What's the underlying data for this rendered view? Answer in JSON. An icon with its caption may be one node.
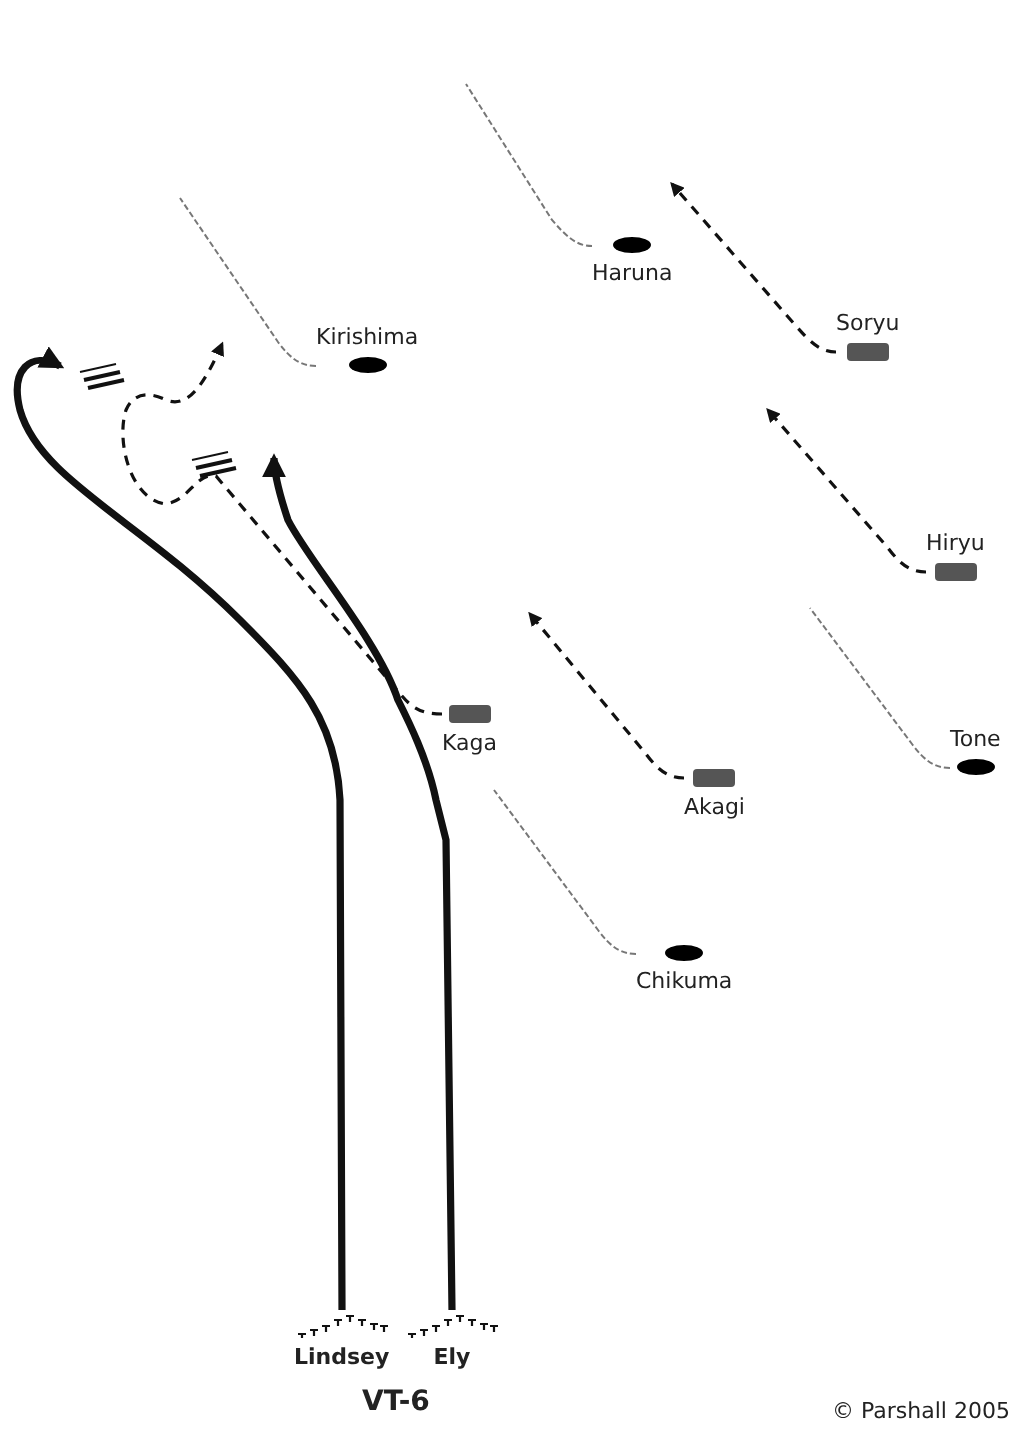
{
  "diagram": {
    "nodes": [
      {
        "text": [
          "Haruna"
        ]
      },
      {
        "text": [
          "Soryu"
        ]
      },
      {
        "text": [
          "Kirishima"
        ]
      },
      {
        "text": [
          "Hiryu"
        ]
      },
      {
        "text": [
          "Kaga"
        ]
      },
      {
        "text": [
          "Tone"
        ]
      },
      {
        "text": [
          "Akagi"
        ]
      },
      {
        "text": [
          "Chikuma"
        ]
      },
      {
        "text": [
          "Lindsey"
        ]
      },
      {
        "text": [
          "Ely"
        ]
      }
    ],
    "edges": [
      {
        "from": 0,
        "to": null,
        "arrow": "none",
        "style": "dashed",
        "color": "#777777"
      },
      {
        "from": 1,
        "to": null,
        "arrow": "to",
        "style": "dashed"
      },
      {
        "from": 2,
        "to": null,
        "arrow": "none",
        "style": "dashed",
        "color": "#777777"
      },
      {
        "from": 3,
        "to": null,
        "arrow": "to",
        "style": "dashed"
      },
      {
        "from": 4,
        "to": null,
        "arrow": "to",
        "style": "dashed"
      },
      {
        "from": 5,
        "to": null,
        "arrow": "none",
        "style": "dashed",
        "color": "#777777"
      },
      {
        "from": 6,
        "to": null,
        "arrow": "to",
        "style": "dashed"
      },
      {
        "from": 7,
        "to": null,
        "arrow": "none",
        "style": "dashed",
        "color": "#777777"
      },
      {
        "from": 8,
        "to": null,
        "arrow": "to",
        "style": "thick"
      },
      {
        "from": 9,
        "to": null,
        "arrow": "to",
        "style": "thick"
      }
    ],
    "labels": [
      "VT-6",
      "© Parshall 2005"
    ]
  }
}
